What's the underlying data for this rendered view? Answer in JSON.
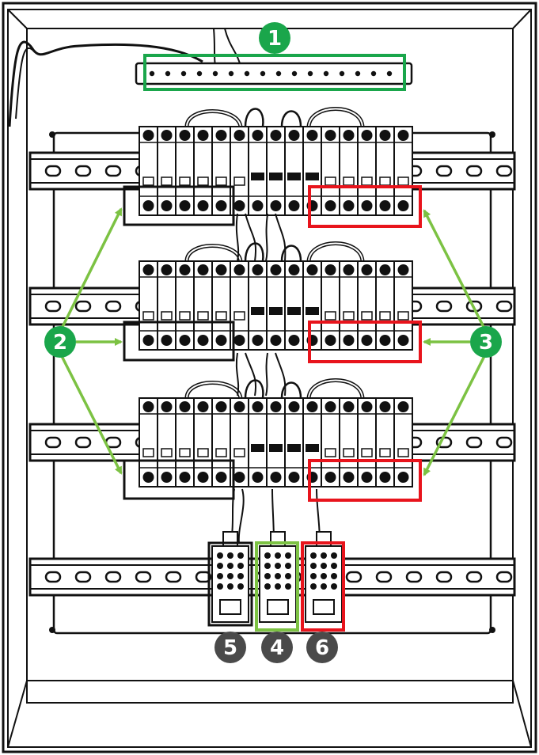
{
  "colors": {
    "green": "#1aa64b",
    "light_green": "#7cc243",
    "red": "#e8141c",
    "black": "#111111",
    "dark_badge": "#4a4a4a",
    "white": "#ffffff"
  },
  "callouts": [
    {
      "id": "1",
      "label": "1",
      "color": "#1aa64b"
    },
    {
      "id": "2",
      "label": "2",
      "color": "#1aa64b"
    },
    {
      "id": "3",
      "label": "3",
      "color": "#1aa64b"
    },
    {
      "id": "4",
      "label": "4",
      "color": "#4a4a4a"
    },
    {
      "id": "5",
      "label": "5",
      "color": "#4a4a4a"
    },
    {
      "id": "6",
      "label": "6",
      "color": "#4a4a4a"
    }
  ]
}
